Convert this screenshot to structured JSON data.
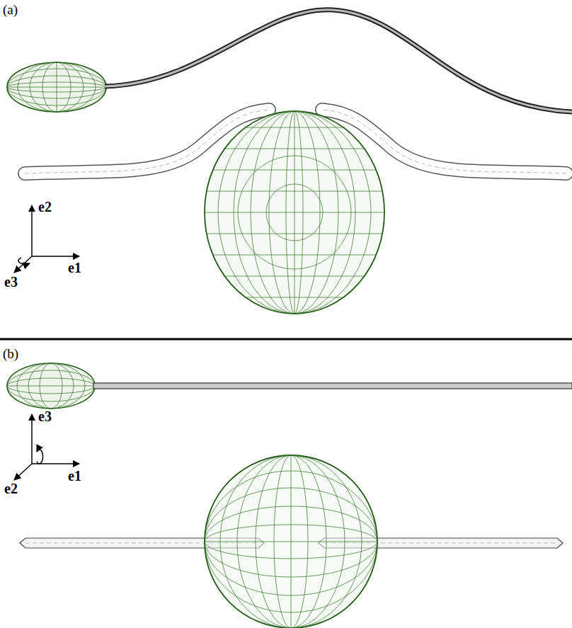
{
  "diagram": {
    "labels": [
      "(a)",
      "e2",
      "e3",
      "e1",
      "(b)",
      "e3",
      "e2",
      "e1"
    ]
  }
}
